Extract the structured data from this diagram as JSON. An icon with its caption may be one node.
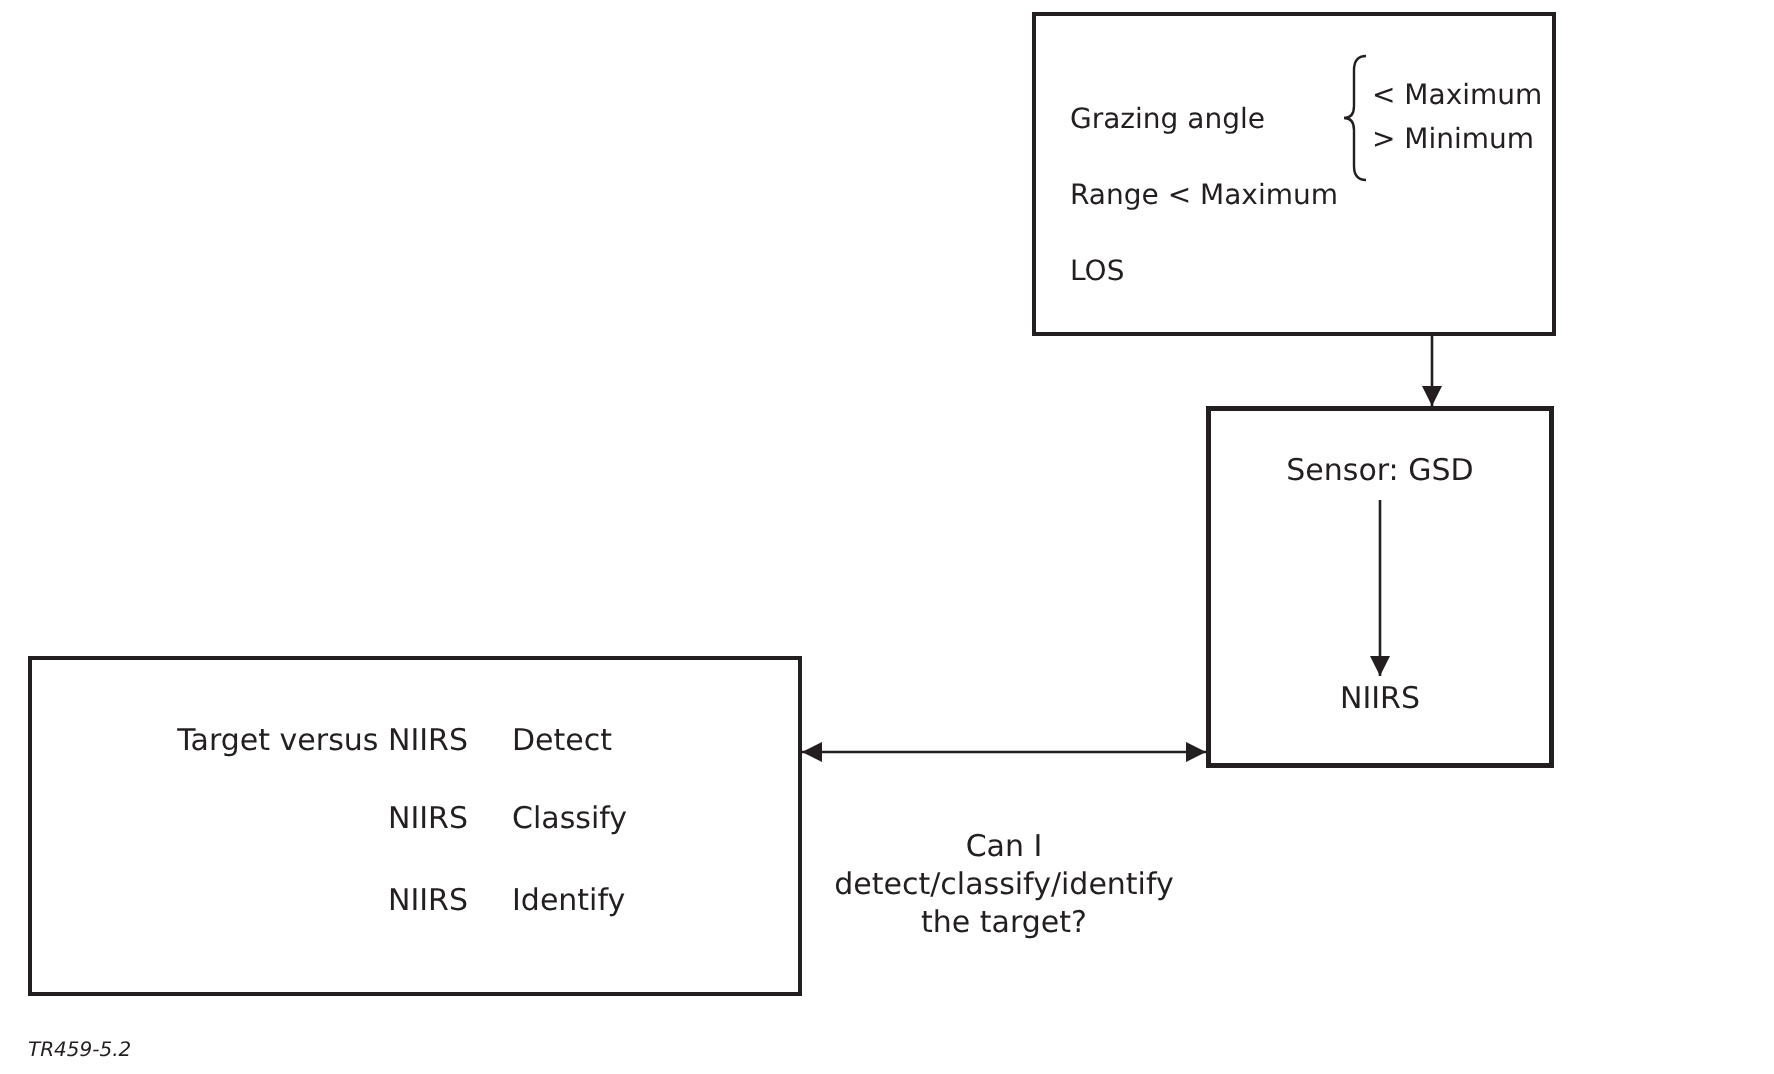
{
  "diagram": {
    "nodes": [
      {
        "text": [
          "Grazing angle",
          "< Maximum",
          "> Minimum",
          "Range < Maximum",
          "LOS"
        ]
      },
      {
        "text": [],
        "shape": "box"
      },
      {
        "text": [
          "Sensor: GSD"
        ],
        "in": 1
      },
      {
        "text": [
          "NIIRS"
        ],
        "in": 1
      },
      {
        "text": [
          "Target versus NIIRS",
          "Detect",
          "NIIRS",
          "Classify",
          "NIIRS",
          "Identify"
        ]
      }
    ],
    "edges": [
      {
        "from": 0,
        "to": 1,
        "arrow": "to"
      },
      {
        "from": 2,
        "to": 3,
        "arrow": "to"
      },
      {
        "from": 4,
        "to": 1,
        "arrow": "both",
        "label": "Can I detect/classify/identify the target?"
      }
    ],
    "labels": [
      "TR459-5.2"
    ]
  }
}
